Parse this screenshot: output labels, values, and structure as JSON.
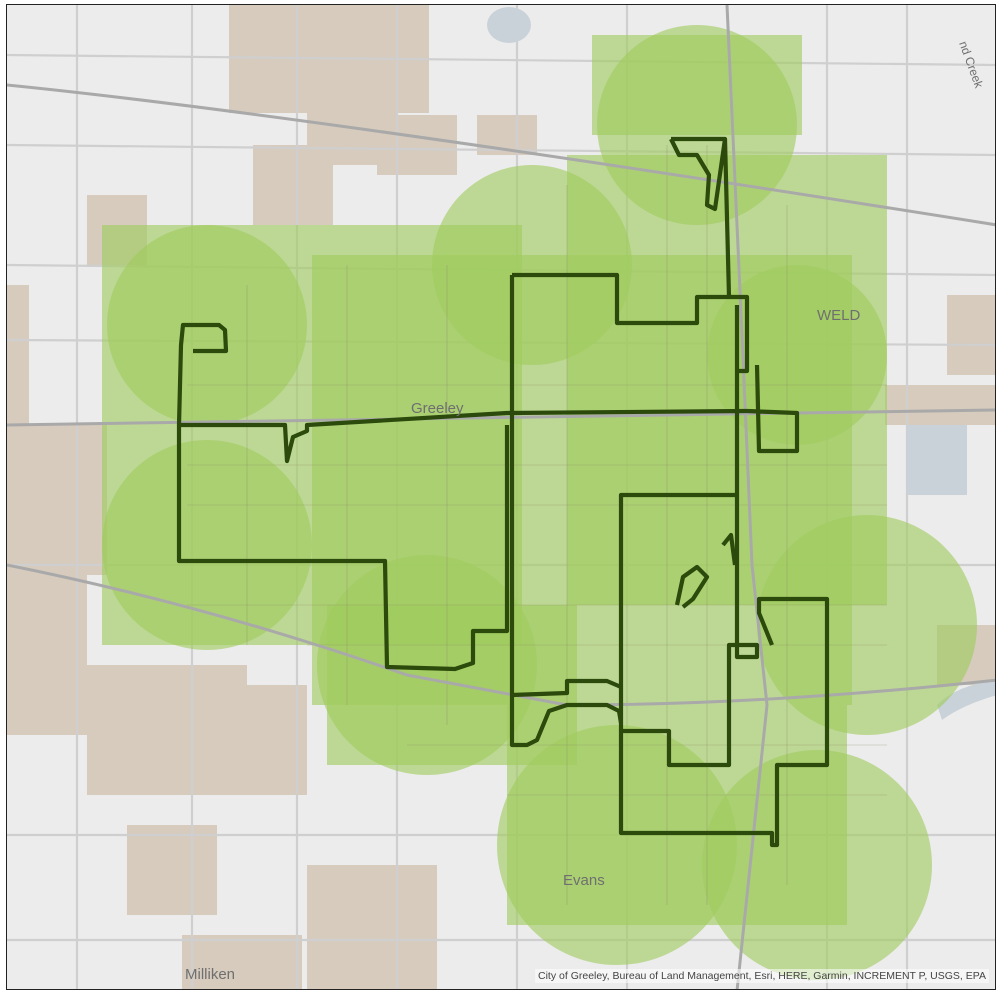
{
  "map": {
    "place_labels": {
      "greeley": "Greeley",
      "weld": "WELD",
      "evans": "Evans",
      "milliken": "Milliken",
      "creek": "nd Creek"
    },
    "attribution": "City of Greeley, Bureau of Land Management, Esri, HERE, Garmin, INCREMENT P, USGS, EPA",
    "colors": {
      "background": "#ececec",
      "urban": "#d6cbbd",
      "buffer": "#9fcc5e",
      "route": "#2b4a0b",
      "road": "#b9b9b9",
      "highway": "#a9a9a9",
      "water": "#c9d2d8"
    }
  }
}
